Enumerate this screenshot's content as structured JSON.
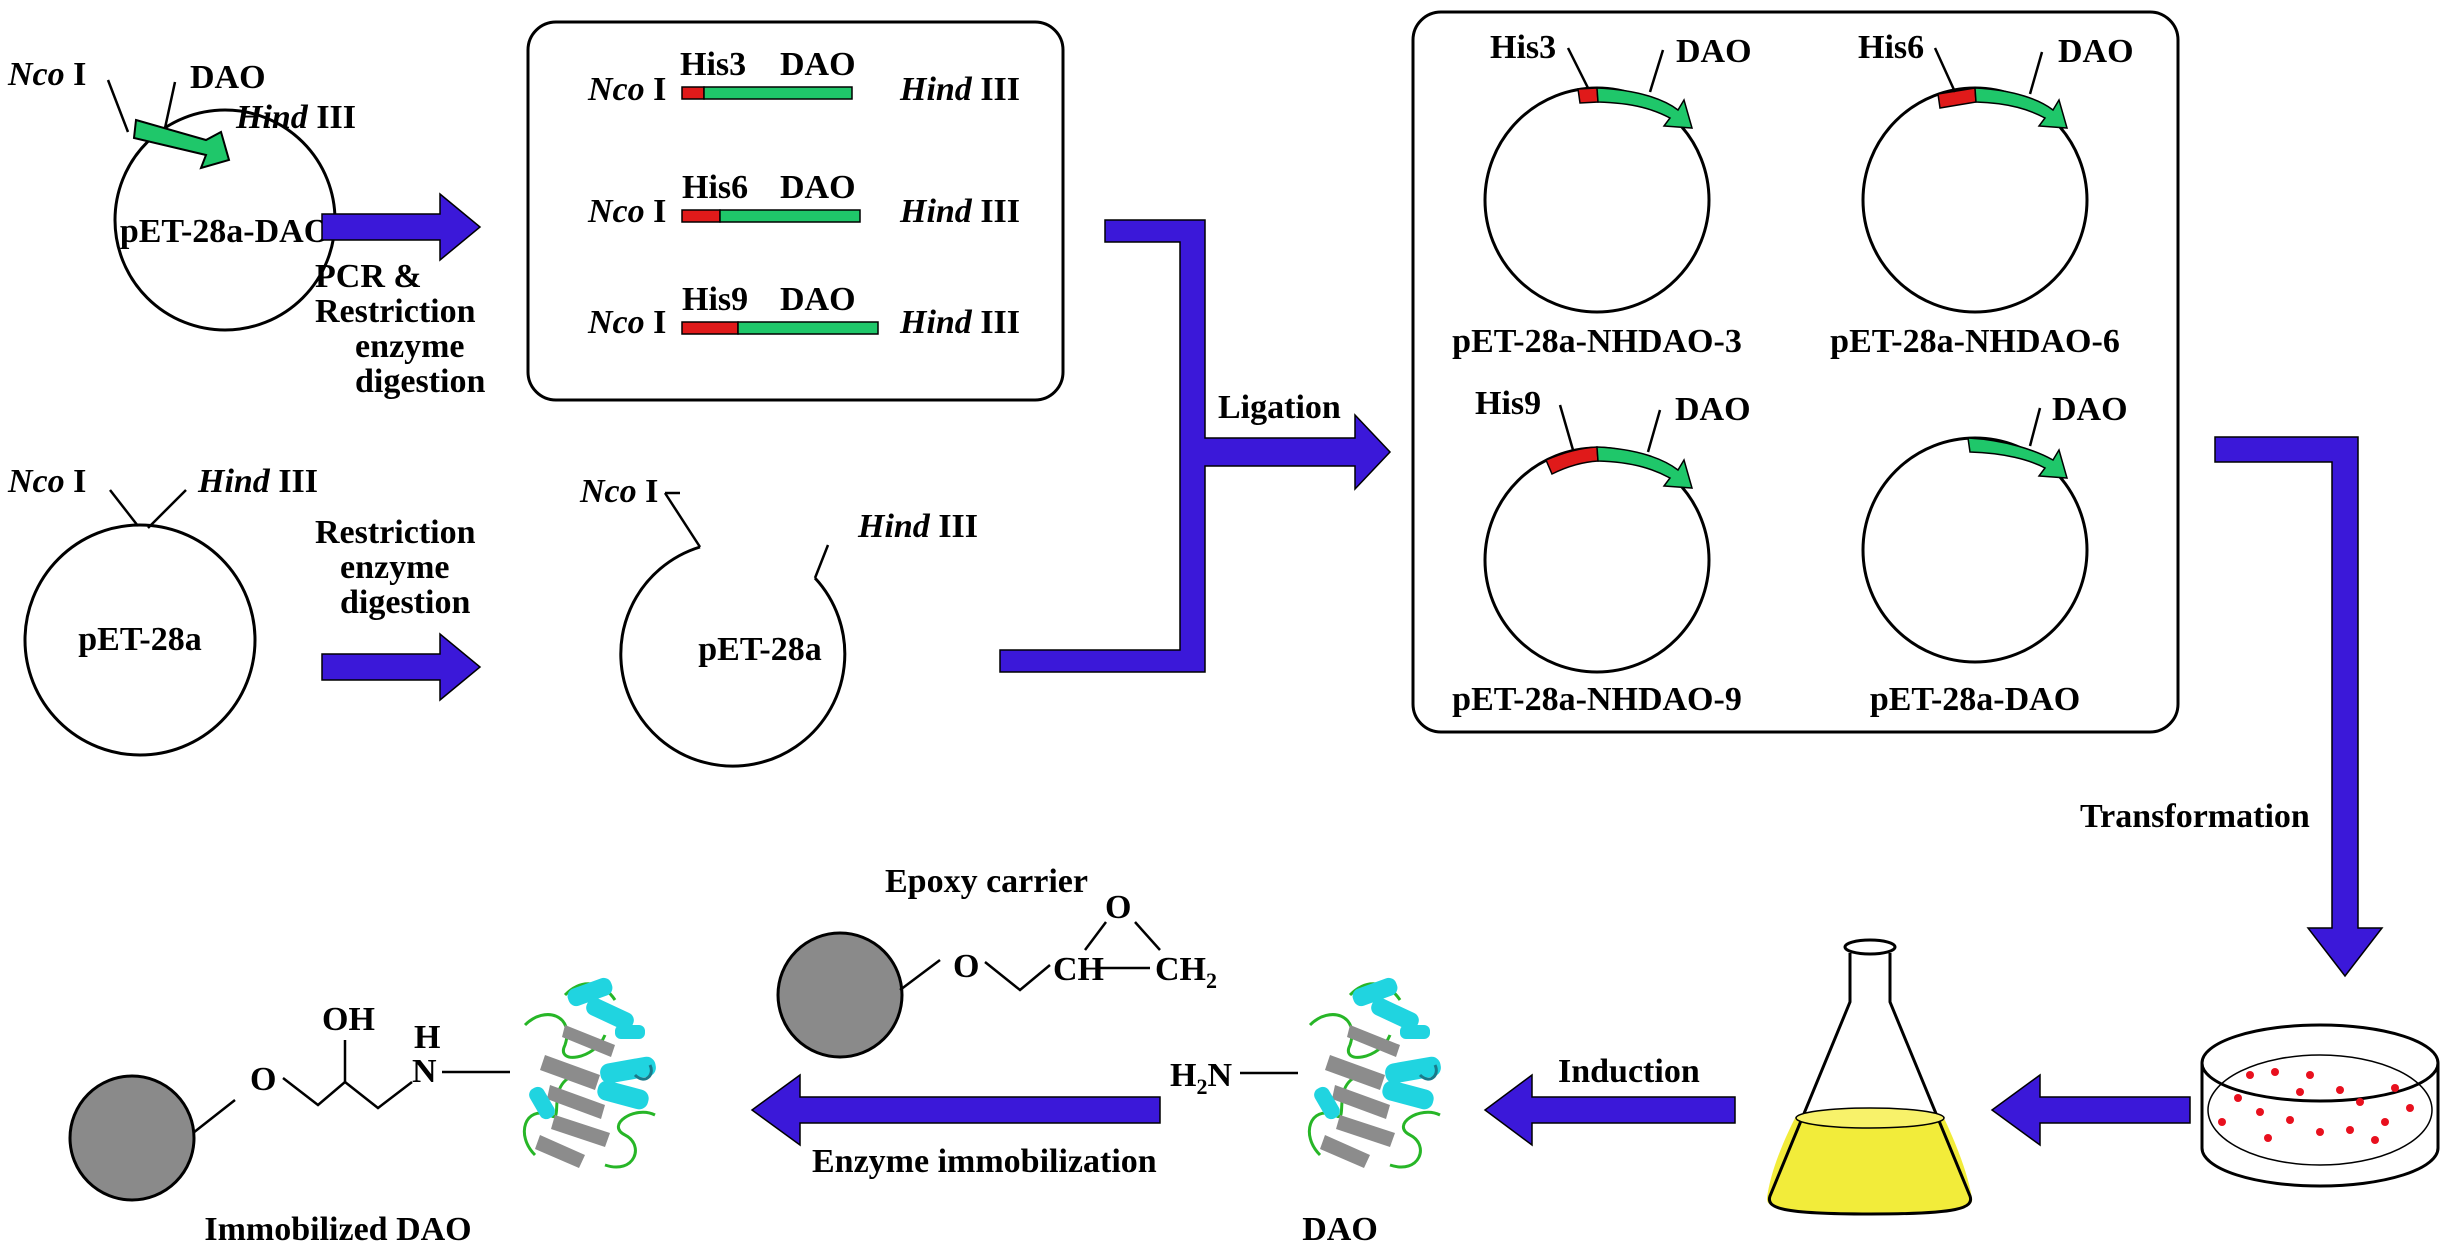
{
  "colors": {
    "arrow": "#3b18d9",
    "dao_segment": "#1fc76a",
    "his_segment": "#e01a1a",
    "carrier": "#8a8a8a",
    "medium": "#f2ec3a",
    "colony": "#e8101e",
    "helix": "#20d4e0",
    "sheet": "#8c8c8c",
    "loop": "#27b627"
  },
  "icons": [
    "plasmid-circle",
    "forward-arrow",
    "elbow-arrow",
    "down-arrow",
    "left-arrow",
    "flask-icon",
    "petri-dish-icon",
    "protein-structure-icon",
    "epoxy-bead-icon"
  ],
  "plasmids": {
    "source_dao": {
      "name": "pET-28a-DAO",
      "ncoi_italic": "Nco",
      "ncoi_roman": " I",
      "dao": "DAO",
      "hind_italic": "Hind",
      "hind_roman": " III"
    },
    "vector": {
      "name": "pET-28a",
      "ncoi_italic": "Nco",
      "ncoi_roman": " I",
      "hind_italic": "Hind",
      "hind_roman": " III"
    },
    "cut_vector": {
      "name": "pET-28a",
      "ncoi_italic": "Nco",
      "ncoi_roman": " I",
      "hind_italic": "Hind",
      "hind_roman": " III"
    }
  },
  "steps": {
    "pcr": [
      "PCR &",
      "Restriction",
      "enzyme",
      "digestion"
    ],
    "restriction": [
      "Restriction",
      "enzyme",
      "digestion"
    ],
    "ligation": "Ligation",
    "transformation": "Transformation",
    "induction": "Induction",
    "immobilization": "Enzyme immobilization"
  },
  "fragments": [
    {
      "ncoi_italic": "Nco",
      "ncoi_roman": " I",
      "his": "His3",
      "dao": "DAO",
      "hind_italic": "Hind",
      "hind_roman": " III"
    },
    {
      "ncoi_italic": "Nco",
      "ncoi_roman": " I",
      "his": "His6",
      "dao": "DAO",
      "hind_italic": "Hind",
      "hind_roman": " III"
    },
    {
      "ncoi_italic": "Nco",
      "ncoi_roman": " I",
      "his": "His9",
      "dao": "DAO",
      "hind_italic": "Hind",
      "hind_roman": " III"
    }
  ],
  "constructs": [
    {
      "name": "pET-28a-NHDAO-3",
      "his": "His3",
      "dao": "DAO"
    },
    {
      "name": "pET-28a-NHDAO-6",
      "his": "His6",
      "dao": "DAO"
    },
    {
      "name": "pET-28a-NHDAO-9",
      "his": "His9",
      "dao": "DAO"
    },
    {
      "name": "pET-28a-DAO",
      "his": "",
      "dao": "DAO"
    }
  ],
  "chemistry": {
    "epoxy_label": "Epoxy carrier",
    "epoxy_o": "O",
    "epoxy_ether_o": "O",
    "epoxy_ch": "CH",
    "epoxy_ch2": "CH",
    "epoxy_ch2_sub": "2",
    "dao_amine_h": "H",
    "dao_amine_sub": "2",
    "dao_amine_n": "N",
    "dao_label": "DAO",
    "immob_oh": "OH",
    "immob_ether_o": "O",
    "immob_nh_h": "H",
    "immob_nh_n": "N",
    "immob_label": "Immobilized DAO"
  }
}
